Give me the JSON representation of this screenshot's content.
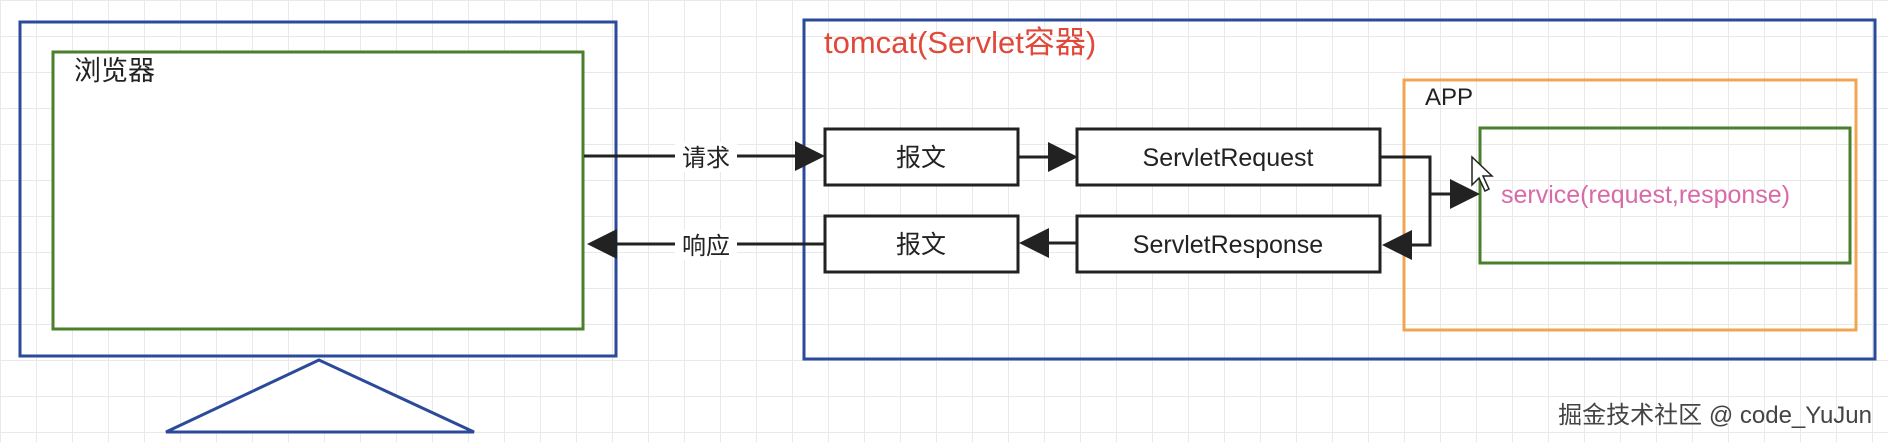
{
  "browser": {
    "label": "浏览器"
  },
  "tomcat": {
    "label": "tomcat(Servlet容器)"
  },
  "app": {
    "label": "APP"
  },
  "service": {
    "label": "service(request,response)"
  },
  "request_flow": {
    "arrow_label": "请求",
    "message_box": "报文",
    "object_box": "ServletRequest"
  },
  "response_flow": {
    "arrow_label": "响应",
    "message_box": "报文",
    "object_box": "ServletResponse"
  },
  "watermark": "掘金技术社区 @ code_YuJun",
  "colors": {
    "blue_frame": "#2b4a9a",
    "green_frame": "#4a7f2c",
    "orange_frame": "#f0a650",
    "tomcat_text": "#e0483a",
    "service_text": "#d86aa8",
    "dark": "#222222"
  }
}
